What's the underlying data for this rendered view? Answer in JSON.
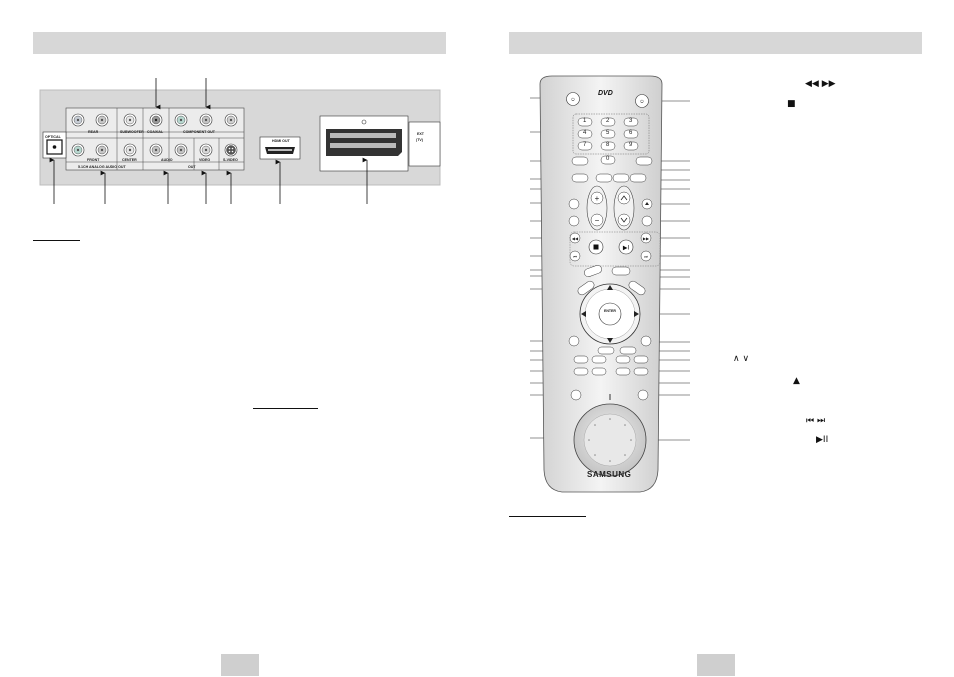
{
  "rear_panel": {
    "optical_label": "OPTICAL",
    "analog_out_label": "5.1CH ANALOG AUDIO OUT",
    "rear_label": "REAR",
    "subwoofer_label": "SUBWOOFER",
    "front_label": "FRONT",
    "center_label": "CENTER",
    "coaxial_label": "COAXIAL",
    "component_out_label": "COMPONENT OUT",
    "audio_label": "AUDIO",
    "video_label": "VIDEO",
    "s_video_label": "S-VIDEO",
    "out_label": "OUT",
    "hdmi_out_label": "HDMI OUT",
    "ext_label": "EXT",
    "tv_label": "(TV)"
  },
  "remote": {
    "dvd_logo": "DVD",
    "brand": "SAMSUNG",
    "enter_label": "ENTER",
    "number_keys": [
      "1",
      "2",
      "3",
      "4",
      "5",
      "6",
      "7",
      "8",
      "9",
      "0"
    ]
  },
  "legend_symbols": {
    "search": "◀◀  ▶▶",
    "stop": "■",
    "tuning": "∧  ∨",
    "open_close": "▲",
    "skip": "⏮  ⏭",
    "play_pause": "▶II"
  }
}
